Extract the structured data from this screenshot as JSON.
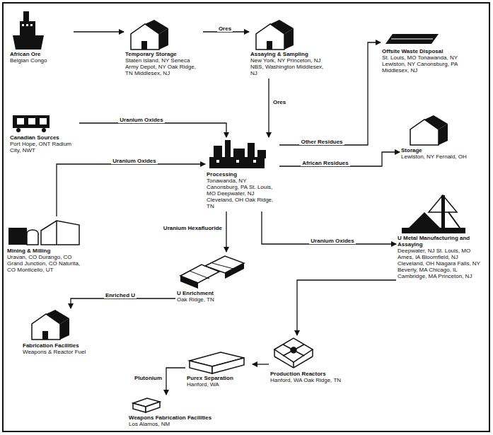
{
  "diagram": {
    "nodes": [
      {
        "text": [
          "African Ore",
          "Belgian Congo"
        ]
      },
      {
        "text": [
          "Temporary Storage",
          "Staten Island, NY Seneca Army Depot, NY Oak Ridge, TN Middlesex, NJ"
        ]
      },
      {
        "text": [
          "Assaying & Sampling",
          "New York, NY Princeton, NJ NBS, Washington Middlesex, NJ"
        ]
      },
      {
        "text": [
          "Offsite Waste Disposal",
          "St. Louis, MO Tonawanda, NY Lewiston, NY Canonsburg, PA Middlesex, NJ"
        ]
      },
      {
        "text": [
          "Canadian Sources",
          "Port Hope, ONT Radium City, NWT"
        ]
      },
      {
        "text": [
          "Processing",
          "Tonawanda, NY Canonsburg, PA St. Louis, MO Deepwater, NJ Cleveland, OH Oak Ridge, TN"
        ]
      },
      {
        "text": [
          "Storage",
          "Lewiston, NY Fernald, OH"
        ]
      },
      {
        "text": [
          "Mining & Milling",
          "Uravan, CO Durango, CO Grand Junction, CO Naturita, CO Monticello, UT"
        ]
      },
      {
        "text": [
          "U Enrichment",
          "Oak Ridge, TN"
        ]
      },
      {
        "text": [
          "U Metal Manufacturing and Assaying",
          "Deepwater, NJ St. Louis, MO Ames, IA Bloomfield, NJ Cleveland, OH Niagara Falls, NY Beverly, MA Chicago, IL Cambridge, MA Princeton, NJ"
        ]
      },
      {
        "text": [
          "Fabrication Facilities",
          "Weapons & Reactor Fuel"
        ]
      },
      {
        "text": [
          "Production Reactors",
          "Hanford, WA Oak Ridge, TN"
        ]
      },
      {
        "text": [
          "Purex Separation",
          "Hanford, WA"
        ]
      },
      {
        "text": [
          "Weapons Fabrication Facilities",
          "Los Alamos, NM"
        ]
      }
    ],
    "edges": [
      {
        "from": 0,
        "to": 1,
        "arrow": "to"
      },
      {
        "from": 1,
        "to": 2,
        "label": "Ores",
        "arrow": "to"
      },
      {
        "from": 2,
        "to": 5,
        "label": "Ores",
        "arrow": "to"
      },
      {
        "from": 4,
        "to": 5,
        "label": "Uranium Oxides",
        "arrow": "to"
      },
      {
        "from": 7,
        "to": 5,
        "label": "Uranium Oxides",
        "arrow": "to"
      },
      {
        "from": 5,
        "to": 3,
        "label": "Other Residues",
        "arrow": "to"
      },
      {
        "from": 5,
        "to": 6,
        "label": "African Residues",
        "arrow": "to"
      },
      {
        "from": 5,
        "to": 9,
        "label": "Uranium Oxides",
        "arrow": "to"
      },
      {
        "from": 5,
        "to": 8,
        "label": "Uranium Hexafluoride",
        "arrow": "to"
      },
      {
        "from": 8,
        "to": 10,
        "label": "Enriched U",
        "arrow": "to"
      },
      {
        "from": 9,
        "to": 11,
        "arrow": "to"
      },
      {
        "from": 11,
        "to": 12,
        "arrow": "to"
      },
      {
        "from": 12,
        "to": 13,
        "label": "Plutonium",
        "arrow": "to"
      }
    ]
  }
}
